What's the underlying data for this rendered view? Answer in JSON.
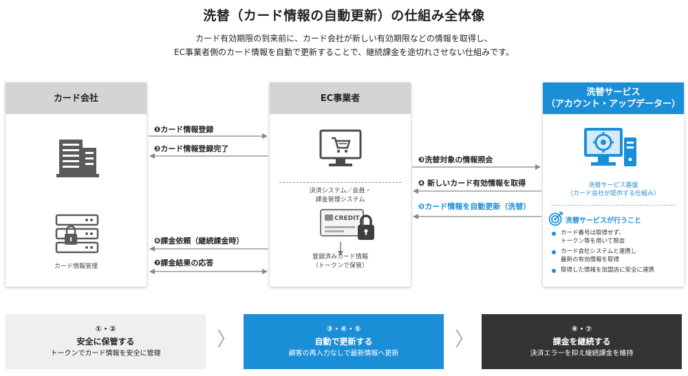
{
  "title": "洗替（カード情報の自動更新）の仕組み全体像",
  "subtitle": [
    "カード有効期限の到来前に、カード会社が新しい有効期限などの情報を取得し、",
    "EC事業者側のカード情報を自動で更新することで、継続課金を途切れさせない仕組みです。"
  ],
  "card_company": {
    "header": "カード会社",
    "mgmt_label": "カード情報管理"
  },
  "ec": {
    "header": "EC事業者",
    "system_label": [
      "決済システム／会員・",
      "課金管理システム"
    ],
    "card_text": "CREDIT",
    "stored_label": [
      "登録済みカード情報",
      "（トークンで保管）"
    ]
  },
  "service": {
    "header": [
      "洗替サービス",
      "（アカウント・アップデーター）"
    ],
    "base_label": [
      "洗替サービス基盤",
      "（カード会社が提供する仕組み）"
    ],
    "does_title": "洗替サービスが行うこと",
    "bullets": [
      [
        "カード番号は取得せず、",
        "トークン等を用いて照会"
      ],
      [
        "カード会社システムと連携し",
        "最新の有効情報を取得"
      ],
      [
        "取得した情報を加盟店に安全に連携"
      ]
    ]
  },
  "arrows": {
    "a1": "❶カード情報登録",
    "a2": "❷カード情報登録完了",
    "a3": "❸洗替対象の情報照会",
    "a4": "❹ 新しいカード有効情報を取得",
    "a5": "❺カード情報を自動更新（洗替）",
    "a6": "❻課金依頼（継続課金時）",
    "a7": "❼課金結果の応答"
  },
  "summary": [
    {
      "num": "①・②",
      "title": "安全に保管する",
      "desc": "トークンでカード情報を安全に管理"
    },
    {
      "num": "③・④・⑤",
      "title": "自動で更新する",
      "desc": "顧客の再入力なしで最新情報へ更新"
    },
    {
      "num": "⑥・⑦",
      "title": "課金を継続する",
      "desc": "決済エラーを抑え継続課金を維持"
    }
  ],
  "colors": {
    "accent": "#1b8ed8",
    "dark": "#333333",
    "light": "#efefef",
    "header_gray": "#d4d4d4"
  }
}
